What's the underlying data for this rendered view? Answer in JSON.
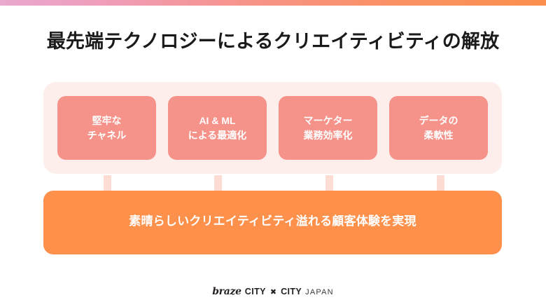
{
  "theme": {
    "accent_gradient_start": "#e9a8ce",
    "accent_gradient_end": "#fb8f4d",
    "panel_bg": "#fdeeeb",
    "card_bg": "#f59289",
    "banner_bg": "#fd914c",
    "arrow_color": "#fcdcd3",
    "title_color": "#1a1a1a",
    "card_text_color": "#ffffff"
  },
  "header": {
    "title": "最先端テクノロジーによるクリエイティビティの解放"
  },
  "features": {
    "cards": [
      {
        "line1": "堅牢な",
        "line2": "チャネル"
      },
      {
        "line1": "AI & ML",
        "line2": "による最適化"
      },
      {
        "line1": "マーケター",
        "line2": "業務効率化"
      },
      {
        "line1": "データの",
        "line2": "柔軟性"
      }
    ]
  },
  "outcome": {
    "text": "素晴らしいクリエイティビティ溢れる顧客体験を実現"
  },
  "footer": {
    "brand": "braze",
    "event_first": "CITY",
    "event_separator": "✖",
    "event_second": "CITY",
    "region": "JAPAN"
  }
}
